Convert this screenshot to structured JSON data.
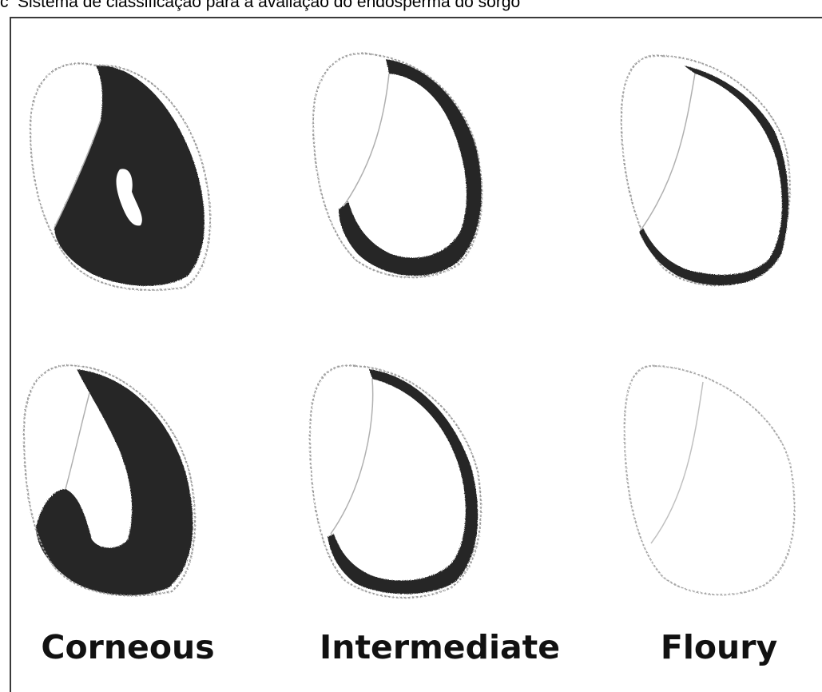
{
  "caption": {
    "bullet": "c",
    "text": "Sistema de classificação para a avaliação do endosperma do sorgo"
  },
  "labels": {
    "corneous": "Corneous",
    "intermediate": "Intermediate",
    "floury": "Floury"
  },
  "colors": {
    "endosperm_dark": "#262626",
    "outline": "#9a9a9a",
    "frame": "#3a3a3a"
  }
}
